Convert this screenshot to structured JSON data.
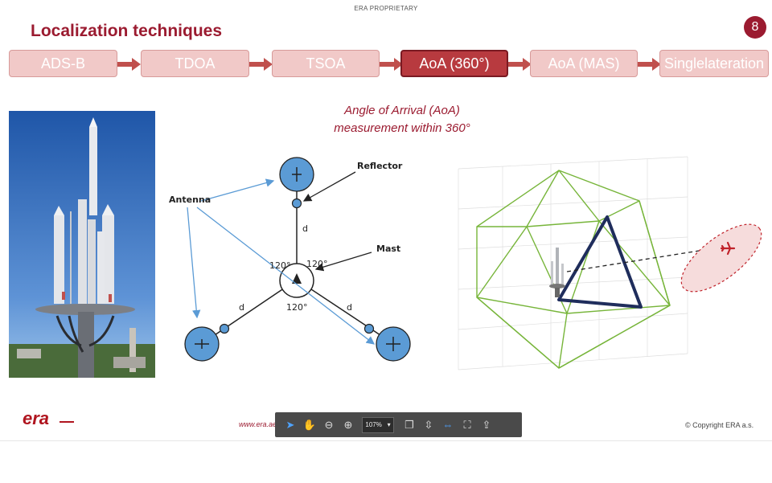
{
  "header": {
    "proprietary": "ERA PROPRIETARY",
    "title": "Localization techniques",
    "page_number": "8"
  },
  "steps": [
    {
      "label": "ADS-B",
      "active": false
    },
    {
      "label": "TDOA",
      "active": false
    },
    {
      "label": "TSOA",
      "active": false
    },
    {
      "label": "AoA (360°)",
      "active": true
    },
    {
      "label": "AoA (MAS)",
      "active": false
    },
    {
      "label": "Singlelateration",
      "active": false
    }
  ],
  "caption": {
    "line1": "Angle of Arrival (AoA)",
    "line2": "measurement within 360°"
  },
  "diagram": {
    "antenna_label": "Antenna",
    "reflector_label": "Reflector",
    "mast_label": "Mast",
    "distance_label": "d",
    "angle_label": "120°"
  },
  "footer": {
    "link_text": "www.era.aero",
    "copyright": "© Copyright ERA a.s."
  },
  "toolbar": {
    "zoom_value": "107%",
    "tools": [
      "pointer-icon",
      "hand-icon",
      "zoom-out-icon",
      "zoom-in-icon",
      "zoom-select",
      "copy-icon",
      "fit-page-icon",
      "fit-width-icon",
      "fullscreen-icon",
      "share-icon"
    ]
  },
  "colors": {
    "brand": "#9b1b30",
    "step_inactive": "#f1c9c8",
    "step_active": "#b83a3f",
    "antenna_blue": "#5b9bd5",
    "wireframe_green": "#77b53a",
    "triangle_navy": "#1f2d5c"
  }
}
